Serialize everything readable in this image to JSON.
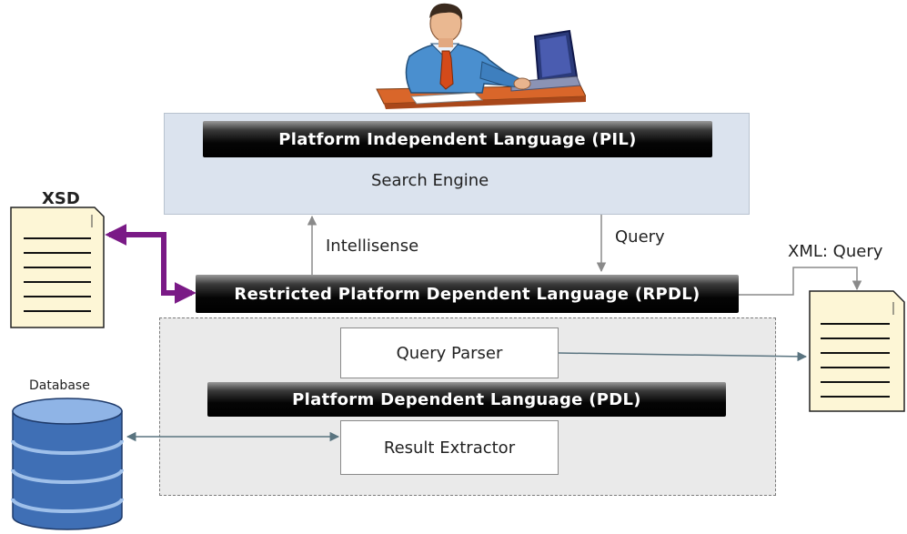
{
  "pil": {
    "label": "Platform Independent Language (PIL)",
    "engine": "Search Engine"
  },
  "rpdl": {
    "label": "Restricted Platform Dependent Language (RPDL)"
  },
  "pdl": {
    "label": "Platform Dependent Language (PDL)"
  },
  "query_parser": {
    "label": "Query Parser"
  },
  "result_extractor": {
    "label": "Result Extractor"
  },
  "arrows": {
    "intellisense": "Intellisense",
    "query": "Query",
    "xml_query": "XML: Query"
  },
  "xsd": {
    "label": "XSD"
  },
  "database": {
    "label": "Database"
  },
  "colors": {
    "xsd_arrow": "#7a1a86",
    "flow_arrow": "#5a7480",
    "doc_fill": "#fdf6d6",
    "db_blue": "#3f6fb5"
  },
  "icons": {
    "user": "person-at-laptop-icon",
    "xsd_doc": "document-icon",
    "xml_doc": "document-icon",
    "db": "database-icon"
  }
}
